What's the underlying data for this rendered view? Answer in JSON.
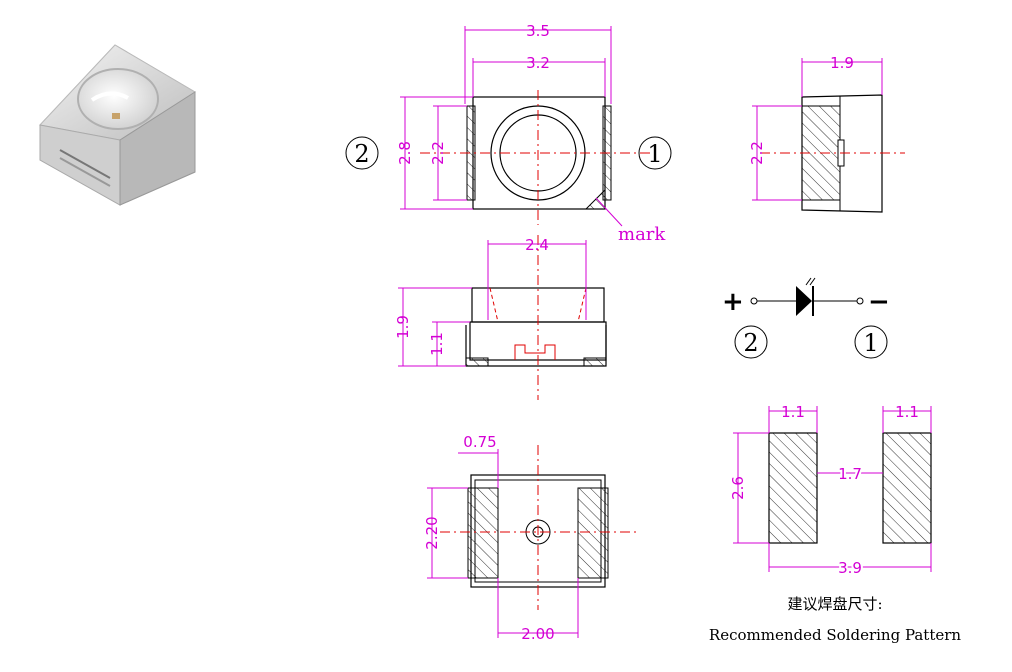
{
  "top_view": {
    "width_outer": "3.5",
    "width_inner": "3.2",
    "height_outer": "2.8",
    "height_inner": "2.2",
    "pin_left": "2",
    "pin_right": "1",
    "mark_label": "mark"
  },
  "side_view": {
    "width": "1.9",
    "height": "2.2"
  },
  "front_view": {
    "width": "2.4",
    "height_outer": "1.9",
    "height_inner": "1.1"
  },
  "bottom_view": {
    "pad_width": "0.75",
    "pad_height": "2.20",
    "pad_spacing": "2.00"
  },
  "schematic": {
    "plus": "+",
    "minus": "−",
    "pin_anode": "2",
    "pin_cathode": "1"
  },
  "soldering": {
    "pad_width_left": "1.1",
    "pad_width_right": "1.1",
    "gap": "1.7",
    "height": "2.6",
    "total": "3.9",
    "caption_cn": "建议焊盘尺寸:",
    "caption_en": "Recommended Soldering Pattern"
  },
  "colors": {
    "dimension": "#d400d4",
    "centerline": "#e00000",
    "outline": "#000000"
  }
}
